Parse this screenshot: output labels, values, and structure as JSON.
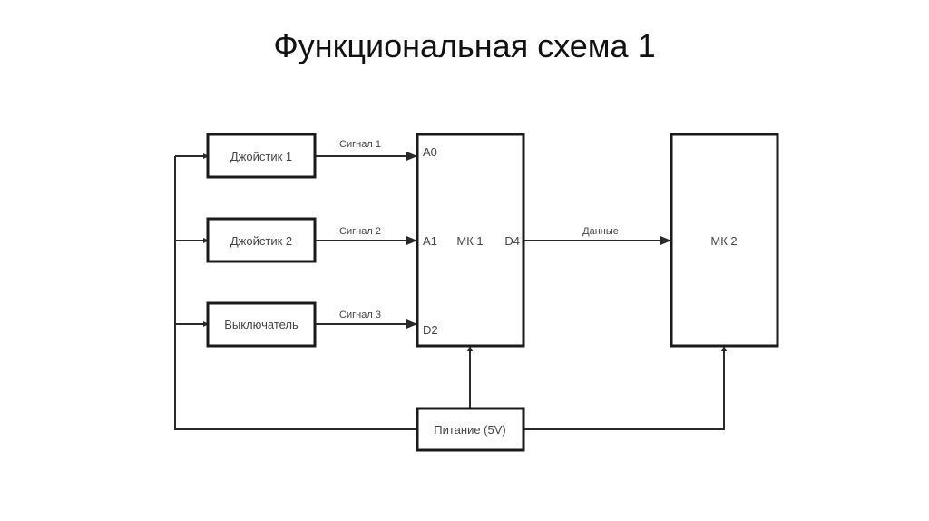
{
  "title": "Функциональная схема 1",
  "blocks": {
    "joystick1": "Джойстик 1",
    "joystick2": "Джойстик 2",
    "switch": "Выключатель",
    "mk1": "МК 1",
    "mk2": "МК 2",
    "power": "Питание (5V)"
  },
  "pins": {
    "a0": "A0",
    "a1": "A1",
    "d2": "D2",
    "d4": "D4"
  },
  "signals": {
    "s1": "Сигнал 1",
    "s2": "Сигнал 2",
    "s3": "Сигнал 3",
    "data": "Данные"
  },
  "colors": {
    "stroke": "#1a1a1a",
    "text": "#444444",
    "background": "#ffffff"
  }
}
